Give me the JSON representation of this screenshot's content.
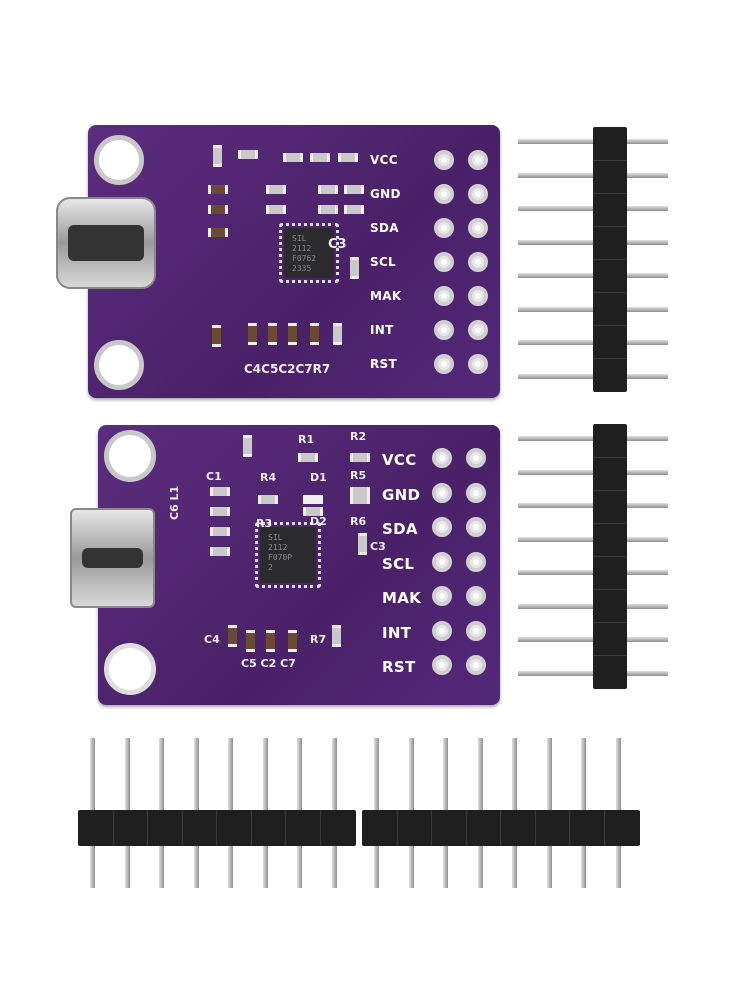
{
  "top_board": {
    "pins": [
      "VCC",
      "GND",
      "SDA",
      "SCL",
      "MAK",
      "INT",
      "RST"
    ],
    "cap_label": "C3",
    "bottom_label": "C4C5C2C7R7",
    "chip": [
      "SIL",
      "2112",
      "F0762",
      "2335"
    ],
    "connector": "usb-c"
  },
  "bottom_board": {
    "pins": [
      "VCC",
      "GND",
      "SDA",
      "SCL",
      "MAK",
      "INT",
      "RST"
    ],
    "silk": {
      "r1": "R1",
      "r2": "R2",
      "r4": "R4",
      "d1": "D1",
      "r5": "R5",
      "r3": "R3",
      "d2": "D2",
      "r6": "R6",
      "c3": "C3",
      "c1": "C1",
      "c6l1": "C6 L1",
      "c4": "C4",
      "c5c2c7": "C5 C2 C7",
      "r7": "R7"
    },
    "chip": [
      "SIL",
      "2112",
      "F070P",
      "2"
    ],
    "connector": "micro-usb"
  },
  "colors": {
    "pcb": "#4f2470",
    "header": "#1f1f1f",
    "pin": "#c0c0c0"
  }
}
